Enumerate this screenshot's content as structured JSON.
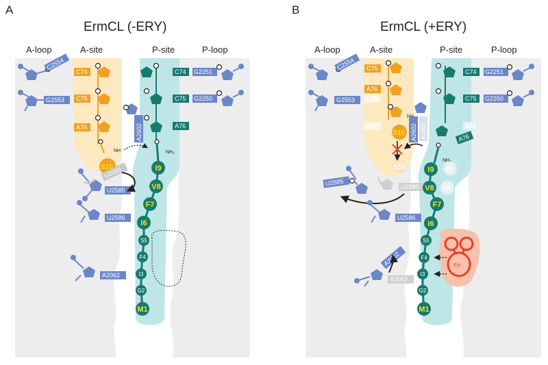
{
  "colors": {
    "blue": "#6b87c9",
    "orange": "#f0a023",
    "teal": "#167a6f",
    "tealBg": "#bfe6e6",
    "orangeBg": "#fde9c0",
    "grey": "#c7c7c7",
    "ery": "#e8402a"
  },
  "icons": [
    "ribose-pentagon-icon",
    "phosphate-dot-icon",
    "curved-arrow-icon",
    "blocked-x-icon",
    "erythromycin-icon"
  ],
  "panelA": {
    "letter": "A",
    "title": "ErmCL (-ERY)",
    "headers": [
      "A-loop",
      "A-site",
      "P-site",
      "P-loop"
    ],
    "labels": {
      "c2554": "C2554",
      "g2553": "G2553",
      "c74a": "C74",
      "c75a": "C75",
      "a76a": "A76",
      "c74p": "C74",
      "c75p": "C75",
      "a76p": "A76",
      "g2251": "G2251",
      "g2250": "G2250",
      "a2602": "A2602",
      "s10": "S10",
      "u2585": "U2585",
      "u2585b": "U2585",
      "u2586": "U2586",
      "a2062": "A2062",
      "nh2a": "NH",
      "nh2p": "NH₂"
    },
    "chain": [
      "I9",
      "V8",
      "F7",
      "I6",
      "S5",
      "F4",
      "I3",
      "G2",
      "M1"
    ]
  },
  "panelB": {
    "letter": "B",
    "title": "ErmCL (+ERY)",
    "headers": [
      "A-loop",
      "A-site",
      "P-site",
      "P-loop"
    ],
    "labels": {
      "c2554": "C2554",
      "g2553": "G2553",
      "c75a": "C75",
      "a76a": "A76",
      "c75faint": "C75",
      "a76faint": "A76",
      "c74p": "C74",
      "c75p": "C75",
      "a76p": "A76",
      "a76pfaint": "A76",
      "g2251": "G2251",
      "g2250": "G2250",
      "a2602": "A2602",
      "a2602faint": "A2602",
      "s10": "S10",
      "s10faint": "S10",
      "u2585": "U2585",
      "u2585faint": "U2585",
      "u2586": "U2586",
      "a2062": "A2062",
      "a2062faint": "A2062",
      "i9faint": "I9",
      "v8faint": "V8",
      "nh2a": "NH₂",
      "nh2p": "NH₂",
      "ery": "Ery"
    },
    "chain": [
      "I9",
      "V8",
      "F7",
      "I6",
      "S5",
      "F4",
      "I3",
      "G2",
      "M1"
    ]
  }
}
